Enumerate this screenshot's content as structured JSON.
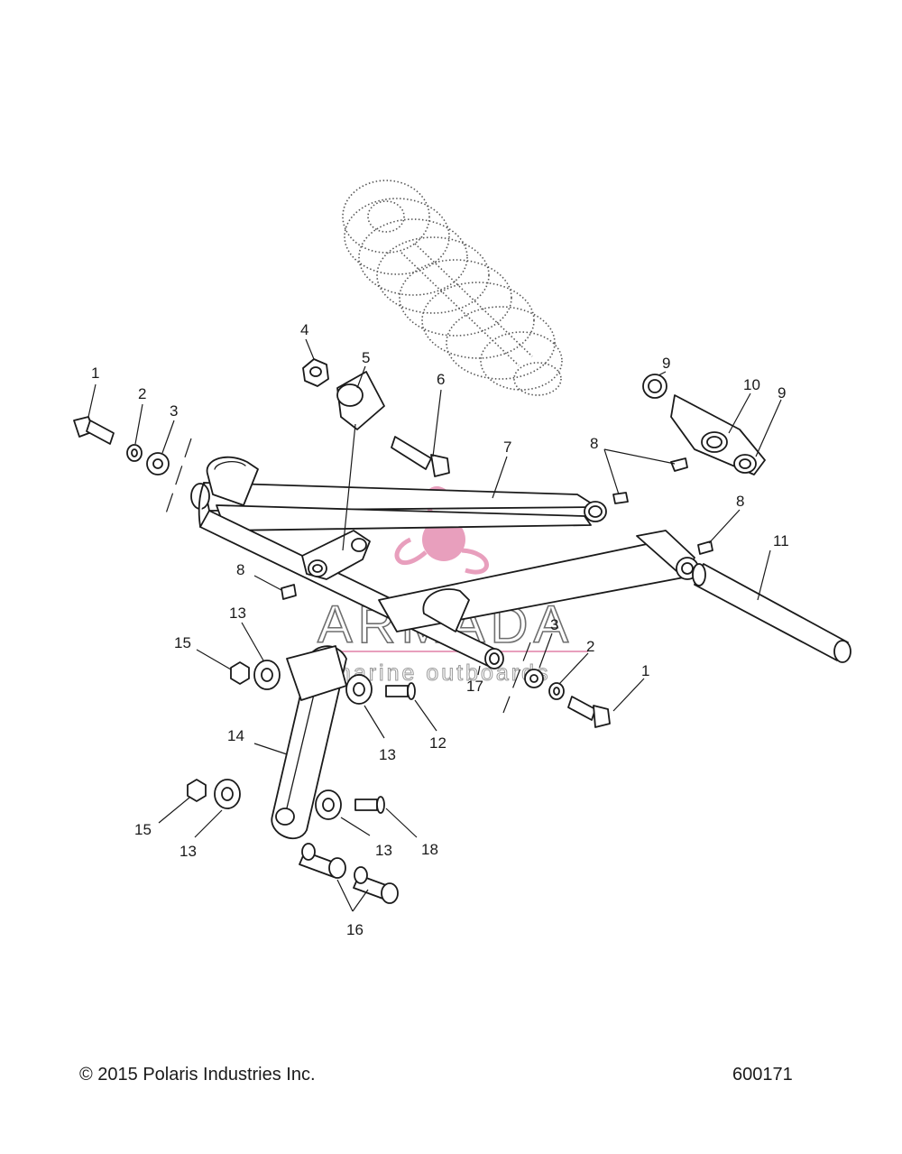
{
  "callouts": [
    "1",
    "2",
    "3",
    "4",
    "5",
    "6",
    "7",
    "8",
    "9",
    "10",
    "11",
    "12",
    "13",
    "14",
    "15",
    "16",
    "17",
    "18"
  ],
  "watermark": {
    "name": "ARMADA",
    "subtitle": "marine outboards",
    "color": "#e58fb2"
  },
  "footer": {
    "copyright": "© 2015 Polaris Industries Inc.",
    "diagram_id": "600171"
  }
}
